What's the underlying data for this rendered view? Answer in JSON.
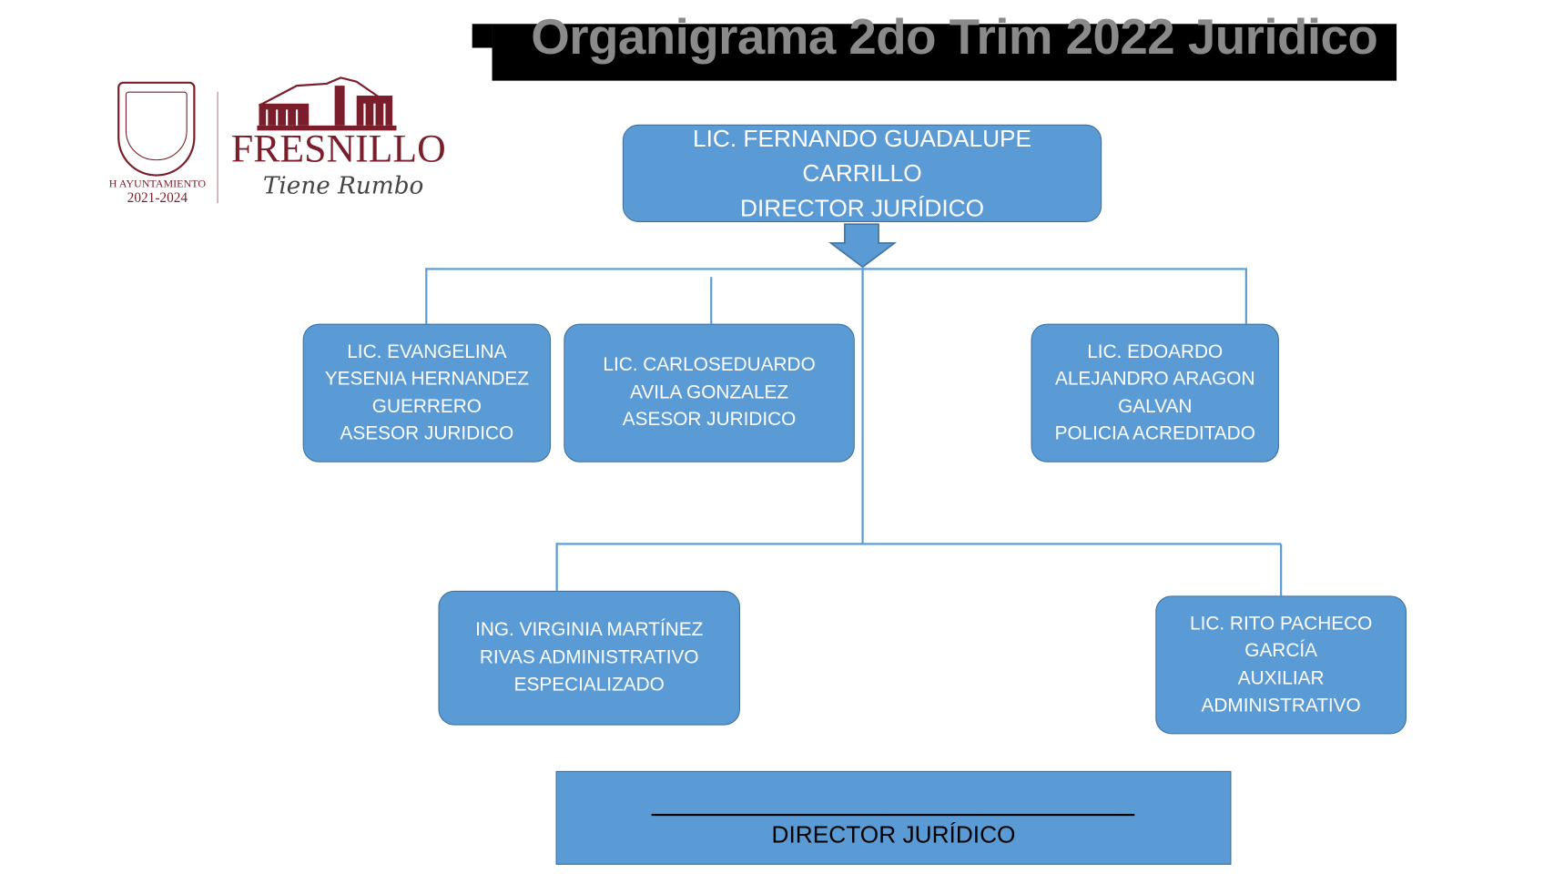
{
  "title": "Organigrama 2do Trim 2022 Juridico",
  "logo": {
    "seal_text": "H AYUNTAMIENTO",
    "seal_years": "2021-2024",
    "city": "FRESNILLO",
    "slogan": "Tiene Rumbo"
  },
  "colors": {
    "box_fill": "#5b9bd5",
    "box_border": "#41719c",
    "brand": "#7b1e2b"
  },
  "director": {
    "lines": [
      "LIC. FERNANDO GUADALUPE",
      "CARRILLO",
      "DIRECTOR JURÍDICO"
    ]
  },
  "level2": [
    {
      "lines": [
        "LIC. EVANGELINA",
        "YESENIA HERNANDEZ",
        "GUERRERO",
        "ASESOR JURIDICO"
      ]
    },
    {
      "lines": [
        "LIC. CARLOSEDUARDO",
        "AVILA GONZALEZ",
        "ASESOR JURIDICO"
      ]
    },
    {
      "lines": [
        "LIC. EDOARDO",
        "ALEJANDRO ARAGON",
        "GALVAN",
        "POLICIA ACREDITADO"
      ]
    }
  ],
  "level3": [
    {
      "lines": [
        "ING. VIRGINIA MARTÍNEZ",
        "RIVAS  ADMINISTRATIVO",
        "ESPECIALIZADO"
      ]
    },
    {
      "lines": [
        "LIC. RITO PACHECO",
        "GARCÍA",
        "AUXILIAR",
        "ADMINISTRATIVO"
      ]
    }
  ],
  "signature": {
    "label": "DIRECTOR JURÍDICO"
  }
}
